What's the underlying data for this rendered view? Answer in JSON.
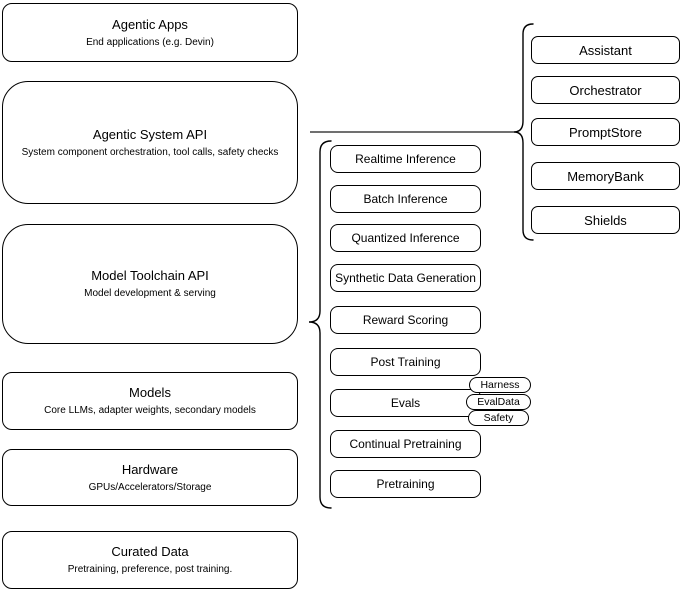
{
  "layers": [
    {
      "title": "Agentic Apps",
      "subtitle": "End applications (e.g. Devin)"
    },
    {
      "title": "Agentic System API",
      "subtitle": "System component orchestration, tool calls, safety checks"
    },
    {
      "title": "Model Toolchain API",
      "subtitle": "Model development & serving"
    },
    {
      "title": "Models",
      "subtitle": "Core LLMs, adapter weights, secondary models"
    },
    {
      "title": "Hardware",
      "subtitle": "GPUs/Accelerators/Storage"
    },
    {
      "title": "Curated Data",
      "subtitle": "Pretraining, preference, post training."
    }
  ],
  "toolchain_services": [
    "Realtime Inference",
    "Batch Inference",
    "Quantized Inference",
    "Synthetic Data Generation",
    "Reward Scoring",
    "Post Training",
    "Evals",
    "Continual Pretraining",
    "Pretraining"
  ],
  "eval_pills": [
    "Harness",
    "EvalData",
    "Safety"
  ],
  "system_components": [
    "Assistant",
    "Orchestrator",
    "PromptStore",
    "MemoryBank",
    "Shields"
  ],
  "colors": {
    "stroke": "#000000",
    "fill": "#ffffff",
    "connector": "#707070"
  }
}
